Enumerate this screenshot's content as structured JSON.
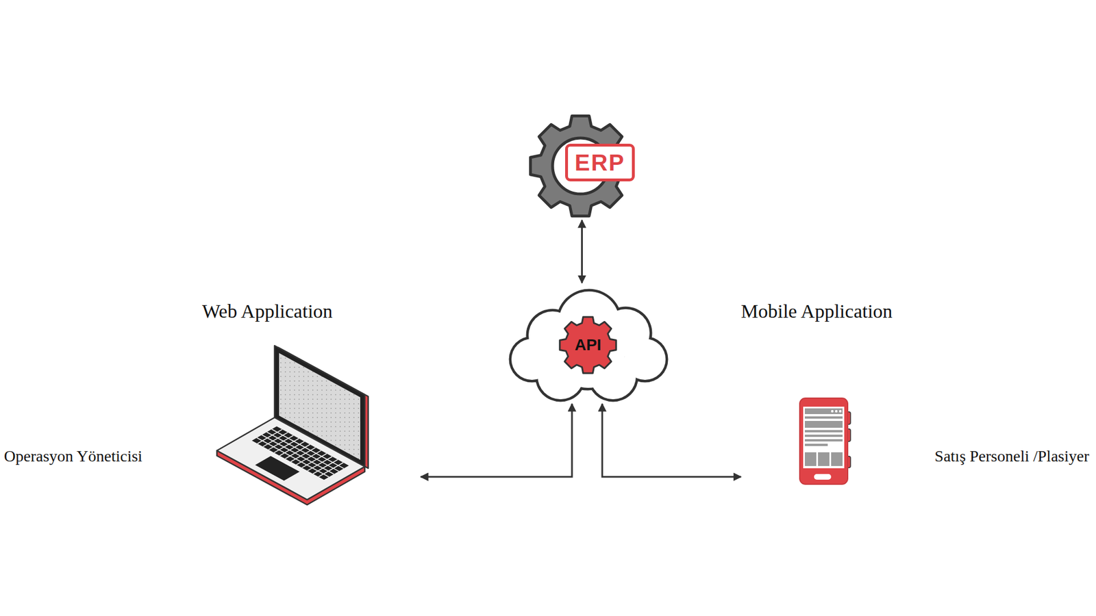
{
  "diagram": {
    "nodes": [
      {
        "text": [
          "ERP"
        ]
      },
      {
        "text": [
          "API"
        ]
      },
      {
        "text": [
          "Web Application",
          "Operasyon Yöneticisi"
        ]
      },
      {
        "text": [
          "Mobile Application",
          "Satış Personeli /Plasiyer"
        ]
      }
    ],
    "edges": [
      {
        "from": 0,
        "to": 1,
        "arrow": "both"
      },
      {
        "from": 1,
        "to": 2,
        "arrow": "both"
      },
      {
        "from": 1,
        "to": 3,
        "arrow": "both"
      }
    ]
  }
}
